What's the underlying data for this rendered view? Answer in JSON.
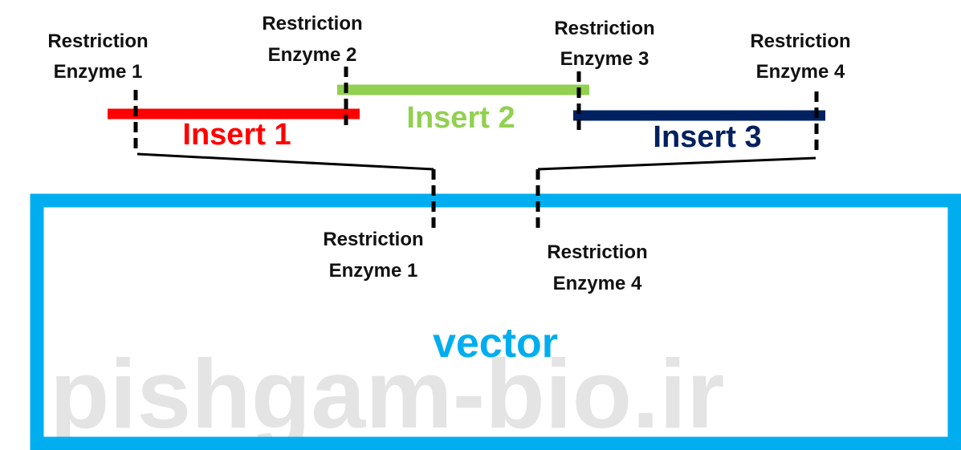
{
  "colors": {
    "insert1": "#FF0000",
    "insert2": "#92D050",
    "insert3": "#002060",
    "vector": "#00AEEF",
    "cut_marks": "#000000"
  },
  "inserts": [
    {
      "label": "Insert 1",
      "color_key": "insert1"
    },
    {
      "label": "Insert 2",
      "color_key": "insert2"
    },
    {
      "label": "Insert 3",
      "color_key": "insert3"
    }
  ],
  "top_enzymes": [
    {
      "line1": "Restriction",
      "line2": "Enzyme 1"
    },
    {
      "line1": "Restriction",
      "line2": "Enzyme 2"
    },
    {
      "line1": "Restriction",
      "line2": "Enzyme 3"
    },
    {
      "line1": "Restriction",
      "line2": "Enzyme 4"
    }
  ],
  "vector_enzymes": [
    {
      "line1": "Restriction",
      "line2": "Enzyme 1"
    },
    {
      "line1": "Restriction",
      "line2": "Enzyme 4"
    }
  ],
  "vector": {
    "label": "vector"
  },
  "watermark": "pishgam-bio.ir"
}
